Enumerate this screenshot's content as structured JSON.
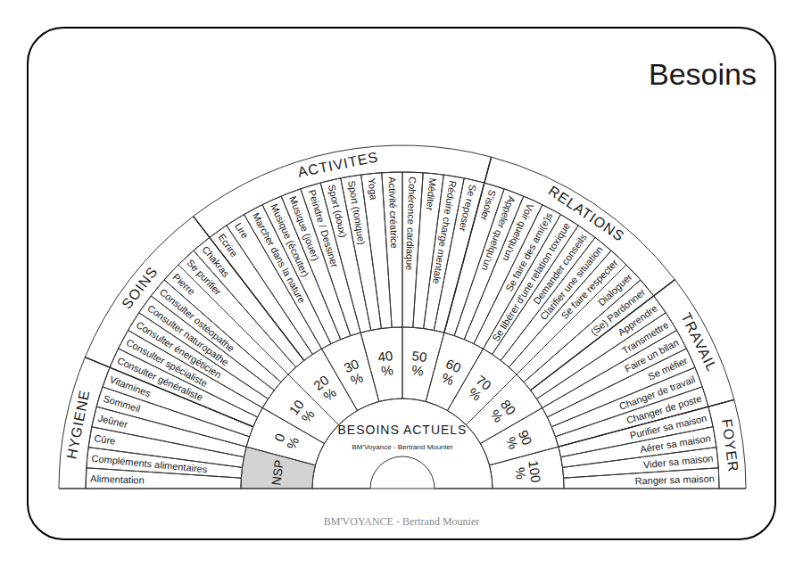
{
  "diagram": {
    "title": "Besoins",
    "nodes": [
      {
        "text": [
          "HYGIENE"
        ]
      },
      {
        "text": [
          "SOINS"
        ]
      },
      {
        "text": [
          "ACTIVITES"
        ]
      },
      {
        "text": [
          "RELATIONS"
        ]
      },
      {
        "text": [
          "TRAVAIL"
        ]
      },
      {
        "text": [
          "FOYER"
        ]
      },
      {
        "text": [
          "Alimentation"
        ]
      },
      {
        "text": [
          "Compléments alimentaires"
        ]
      },
      {
        "text": [
          "Cûre"
        ]
      },
      {
        "text": [
          "Jeûner"
        ]
      },
      {
        "text": [
          "Sommeil"
        ]
      },
      {
        "text": [
          "Vitamines"
        ]
      },
      {
        "text": [
          "Consulter généraliste"
        ]
      },
      {
        "text": [
          "Consulter spécialiste"
        ]
      },
      {
        "text": [
          "Consulter énergéticien"
        ]
      },
      {
        "text": [
          "Consulter naturopathe"
        ]
      },
      {
        "text": [
          "Consulter ostéopathe"
        ]
      },
      {
        "text": [
          "Pierre"
        ]
      },
      {
        "text": [
          "Se purifier"
        ]
      },
      {
        "text": [
          "Chakras"
        ]
      },
      {
        "text": [
          "Ecrire"
        ]
      },
      {
        "text": [
          "Lire"
        ]
      },
      {
        "text": [
          "Marcher dans la nature"
        ]
      },
      {
        "text": [
          "Musique (écouter)"
        ]
      },
      {
        "text": [
          "Musique (jouer)"
        ]
      },
      {
        "text": [
          "Peindre / Dessiner"
        ]
      },
      {
        "text": [
          "Sport (doux)"
        ]
      },
      {
        "text": [
          "Sport (tonique)"
        ]
      },
      {
        "text": [
          "Yoga"
        ]
      },
      {
        "text": [
          "Activité créatrice"
        ]
      },
      {
        "text": [
          "Cohérence cardiaque"
        ]
      },
      {
        "text": [
          "Méditer"
        ]
      },
      {
        "text": [
          "Réduire charge mentale"
        ]
      },
      {
        "text": [
          "Se reposer"
        ]
      },
      {
        "text": [
          "S'isoler"
        ]
      },
      {
        "text": [
          "Appeler quelqu'un"
        ]
      },
      {
        "text": [
          "Voir quelqu'un"
        ]
      },
      {
        "text": [
          "Se faire des ami(e)s"
        ]
      },
      {
        "text": [
          "Se libérer d'une relation toxique"
        ]
      },
      {
        "text": [
          "Demander conseils"
        ]
      },
      {
        "text": [
          "Clarifier une situation"
        ]
      },
      {
        "text": [
          "Se faire respecter"
        ]
      },
      {
        "text": [
          "Dialoguer"
        ]
      },
      {
        "text": [
          "(Se) Pardonner"
        ]
      },
      {
        "text": [
          "Apprendre"
        ]
      },
      {
        "text": [
          "Transmettre"
        ]
      },
      {
        "text": [
          "Faire un bilan"
        ]
      },
      {
        "text": [
          "Se méfier"
        ]
      },
      {
        "text": [
          "Changer de travail"
        ]
      },
      {
        "text": [
          "Changer de poste"
        ]
      },
      {
        "text": [
          "Purifier sa maison"
        ]
      },
      {
        "text": [
          "Aérer sa maison"
        ]
      },
      {
        "text": [
          "Vider sa maison"
        ]
      },
      {
        "text": [
          "Ranger sa maison"
        ]
      },
      {
        "text": [
          "NSP"
        ]
      },
      {
        "text": [
          "0 %"
        ]
      },
      {
        "text": [
          "10 %"
        ]
      },
      {
        "text": [
          "20 %"
        ]
      },
      {
        "text": [
          "30 %"
        ]
      },
      {
        "text": [
          "40 %"
        ]
      },
      {
        "text": [
          "50 %"
        ]
      },
      {
        "text": [
          "60 %"
        ]
      },
      {
        "text": [
          "70 %"
        ]
      },
      {
        "text": [
          "80 %"
        ]
      },
      {
        "text": [
          "90 %"
        ]
      },
      {
        "text": [
          "100 %"
        ]
      },
      {
        "text": [
          "BESOINS ACTUELS",
          "BM'Voyance - Bertrand Mounier"
        ]
      }
    ],
    "labels": [
      "BM'VOYANCE - Bertrand Mounier"
    ]
  }
}
